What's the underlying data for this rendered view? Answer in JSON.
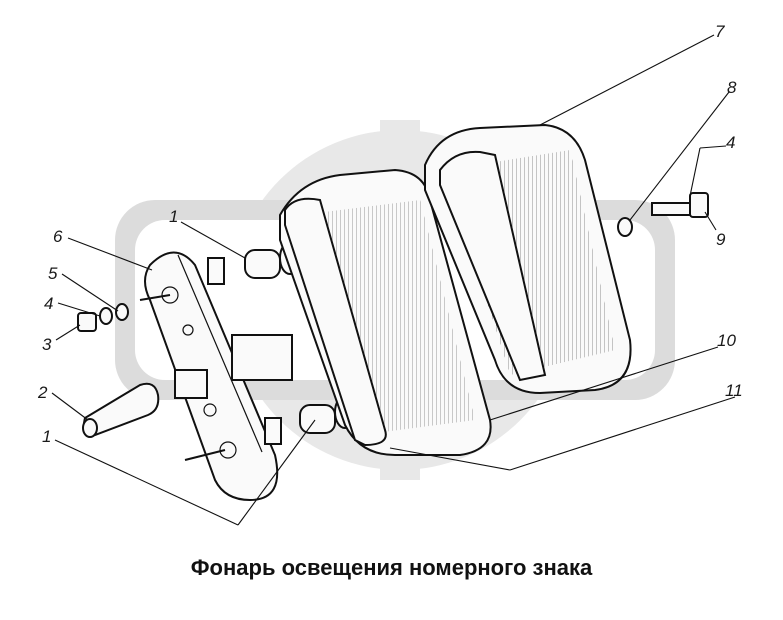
{
  "caption": "Фонарь освещения номерного знака",
  "callouts": [
    "1",
    "1",
    "2",
    "3",
    "4",
    "4",
    "5",
    "6",
    "7",
    "8",
    "9",
    "10",
    "11"
  ],
  "watermark": {
    "type": "gear-logo",
    "color": "#e6e6e6"
  }
}
